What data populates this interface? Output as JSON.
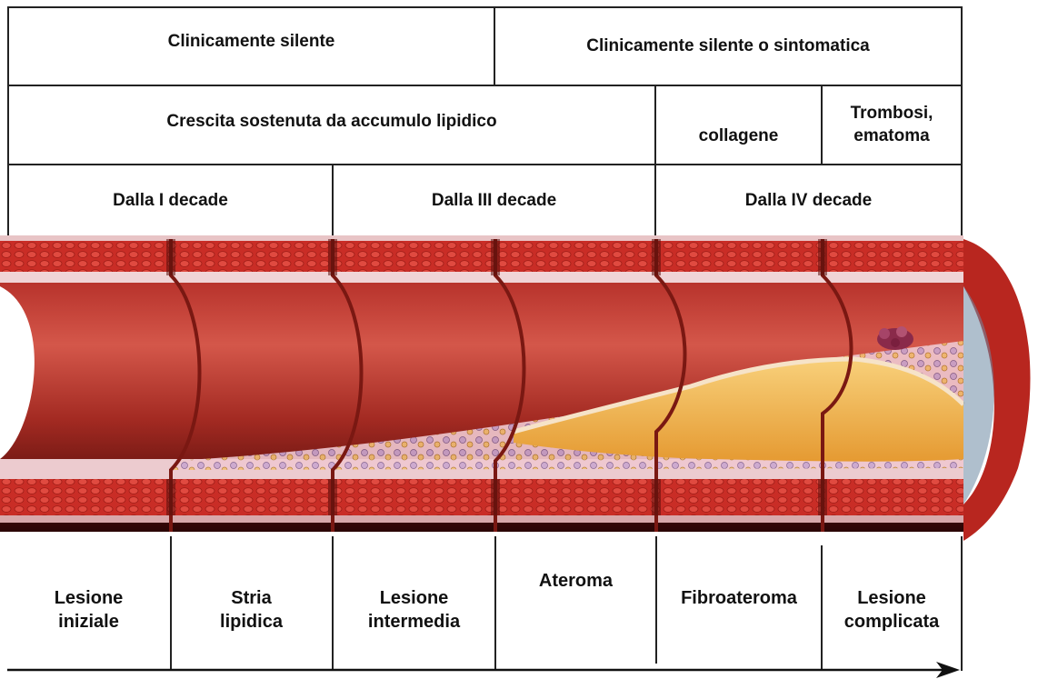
{
  "rows": {
    "clinical": [
      "Clinicamente silente",
      "Clinicamente silente o sintomatica"
    ],
    "growth": [
      "Crescita sostenuta da accumulo lipidico",
      "collagene",
      "Trombosi,\nematoma"
    ],
    "age": [
      "Dalla I decade",
      "Dalla III decade",
      "Dalla IV decade"
    ]
  },
  "stages": [
    "Lesione\niniziale",
    "Stria\nlipidica",
    "Lesione\nintermedia",
    "Ateroma",
    "Fibroateroma",
    "Lesione\ncomplicata"
  ],
  "colors": {
    "vessel_wall": "#c8312b",
    "lumen_dark": "#3a0606",
    "lipid_core": "#f2b64a",
    "intima": "#f0d0d4",
    "thrombus": "#8a2a4a"
  }
}
